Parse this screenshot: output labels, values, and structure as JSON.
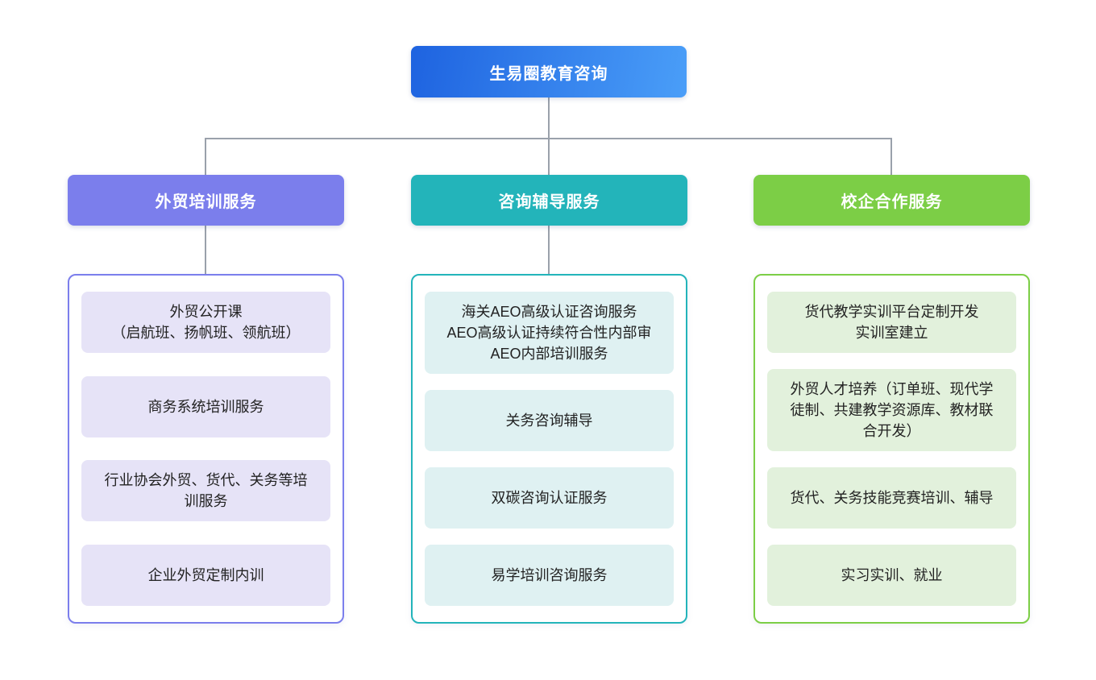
{
  "root": {
    "label": "生易圈教育咨询"
  },
  "branches": [
    {
      "label": "外贸培训服务",
      "items": [
        "外贸公开课\n（启航班、扬帆班、领航班）",
        "商务系统培训服务",
        "行业协会外贸、货代、关务等培训服务",
        "企业外贸定制内训"
      ]
    },
    {
      "label": "咨询辅导服务",
      "items": [
        "海关AEO高级认证咨询服务\nAEO高级认证持续符合性内部审\nAEO内部培训服务",
        "关务咨询辅导",
        "双碳咨询认证服务",
        "易学培训咨询服务"
      ]
    },
    {
      "label": "校企合作服务",
      "items": [
        "货代教学实训平台定制开发\n实训室建立",
        "外贸人才培养（订单班、现代学徒制、共建教学资源库、教材联合开发）",
        "货代、关务技能竞赛培训、辅导",
        "实习实训、就业"
      ]
    }
  ],
  "colors": {
    "root_gradient_from": "#1E63E0",
    "root_gradient_to": "#4A9EF8",
    "branch1": "#7B7EEC",
    "branch1_item_bg": "#E6E3F7",
    "branch2": "#23B4BA",
    "branch2_item_bg": "#DFF1F2",
    "branch3": "#7CCE46",
    "branch3_item_bg": "#E2F1DC",
    "connector": "#9AA1AB",
    "item_text": "#222222",
    "node_text": "#FFFFFF",
    "background": "#FFFFFF"
  }
}
